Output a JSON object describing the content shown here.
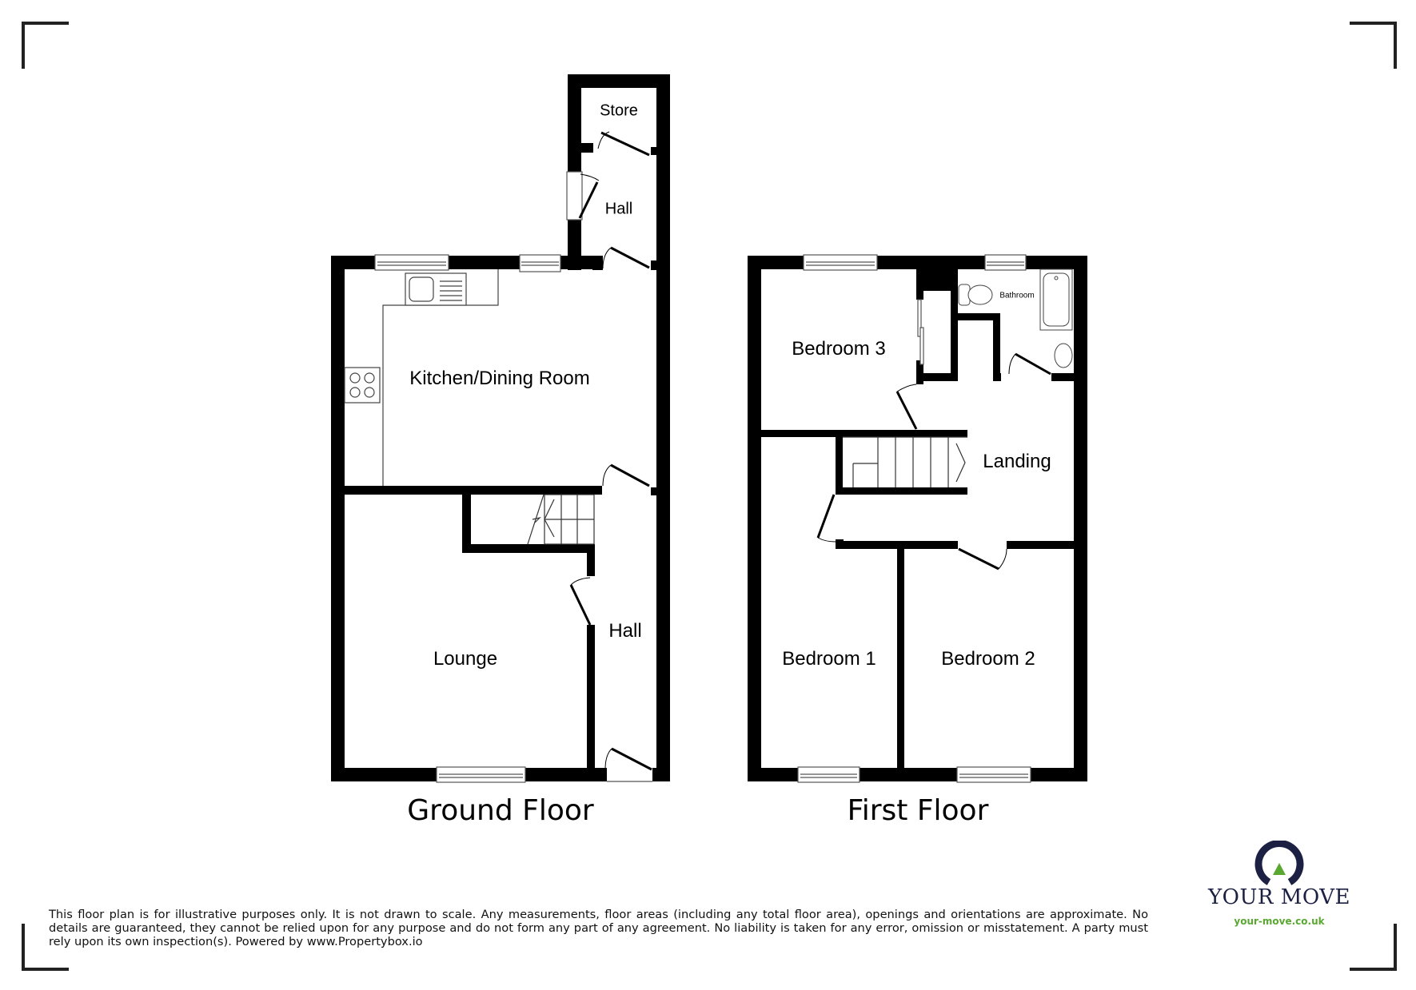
{
  "floors": [
    {
      "title": "Ground Floor",
      "rooms": [
        {
          "name": "Store"
        },
        {
          "name": "Hall"
        },
        {
          "name": "Kitchen/Dining Room"
        },
        {
          "name": "Lounge"
        },
        {
          "name": "Hall"
        }
      ]
    },
    {
      "title": "First Floor",
      "rooms": [
        {
          "name": "Bedroom 3"
        },
        {
          "name": "Bathroom"
        },
        {
          "name": "Landing"
        },
        {
          "name": "Bedroom 1"
        },
        {
          "name": "Bedroom 2"
        }
      ]
    }
  ],
  "disclaimer": "This floor plan is for illustrative purposes only. It is not drawn to scale. Any measurements, floor areas (including any total floor area), openings and orientations are approximate. No details are guaranteed, they cannot be relied upon for any purpose and do not form any part of any agreement. No liability is taken for any error, omission or misstatement. A party must rely upon its own inspection(s). Powered by www.Propertybox.io",
  "brand": {
    "name": "YOUR MOVE",
    "url": "your-move.co.uk",
    "colors": {
      "navy": "#1c2143",
      "green": "#5aa832"
    }
  },
  "colors": {
    "wall": "#000000",
    "background": "#ffffff",
    "fixture_line": "#555555"
  }
}
